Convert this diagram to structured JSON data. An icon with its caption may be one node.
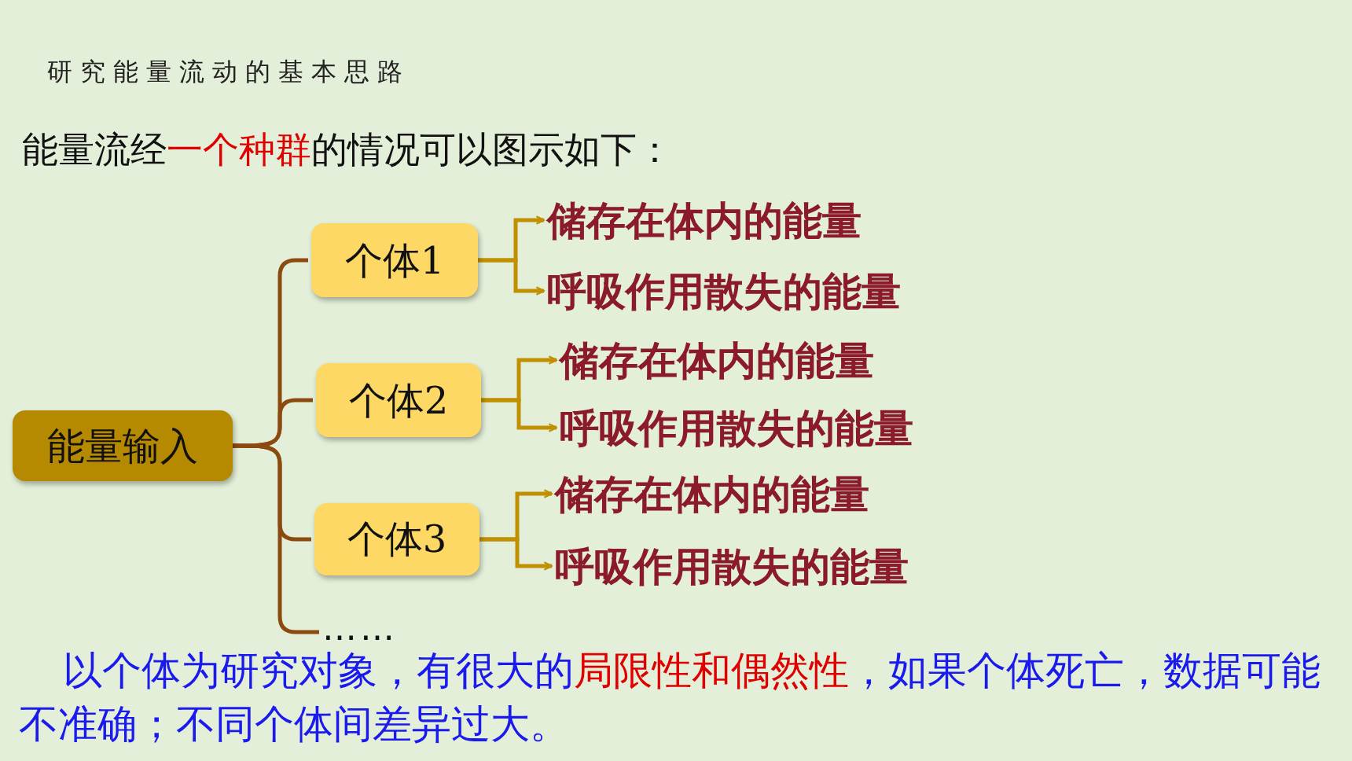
{
  "diagram": {
    "title": "研究能量流动的基本思路",
    "nodes": [
      {
        "text": [
          "能量输入"
        ]
      },
      {
        "text": [
          "个体1"
        ]
      },
      {
        "text": [
          "个体2"
        ]
      },
      {
        "text": [
          "个体3"
        ]
      },
      {
        "text": [
          "……"
        ]
      },
      {
        "text": [
          "储存在体内的能量"
        ]
      },
      {
        "text": [
          "呼吸作用散失的能量"
        ]
      },
      {
        "text": [
          "储存在体内的能量"
        ]
      },
      {
        "text": [
          "呼吸作用散失的能量"
        ]
      },
      {
        "text": [
          "储存在体内的能量"
        ]
      },
      {
        "text": [
          "呼吸作用散失的能量"
        ]
      }
    ],
    "edges": [
      {
        "from": 0,
        "to": 1,
        "arrow": "none",
        "color": "#8b4a10"
      },
      {
        "from": 0,
        "to": 2,
        "arrow": "none",
        "color": "#8b4a10"
      },
      {
        "from": 0,
        "to": 3,
        "arrow": "none",
        "color": "#8b4a10"
      },
      {
        "from": 0,
        "to": 4,
        "arrow": "none",
        "color": "#8b4a10"
      },
      {
        "from": 1,
        "to": 5,
        "arrow": "to"
      },
      {
        "from": 1,
        "to": 6,
        "arrow": "to"
      },
      {
        "from": 2,
        "to": 7,
        "arrow": "to"
      },
      {
        "from": 2,
        "to": 8,
        "arrow": "to"
      },
      {
        "from": 3,
        "to": 9,
        "arrow": "to"
      },
      {
        "from": 3,
        "to": 10,
        "arrow": "to"
      }
    ],
    "labels": [
      "能量流经",
      "一个种群",
      "的情况可以图示如下：",
      "以个体为研究对象，有很大的",
      "局限性和偶然性",
      "，如果个体死亡，数据可能不准确；不同个体间差异过大。"
    ]
  }
}
